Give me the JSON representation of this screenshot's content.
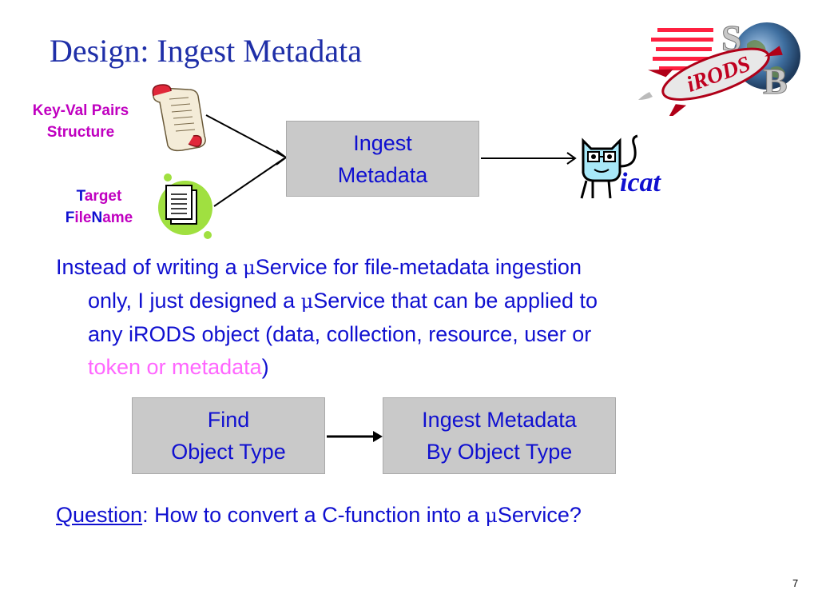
{
  "slide": {
    "title": "Design: Ingest Metadata",
    "page_number": "7"
  },
  "inputs": {
    "keyval_line1": "Key-Val Pairs",
    "keyval_line2": "Structure",
    "target_T": "T",
    "target_rest": "arget",
    "file_F": "F",
    "file_ile": "ile",
    "file_N": "N",
    "file_ame": "ame"
  },
  "top_diagram": {
    "ingest_line1": "Ingest",
    "ingest_line2": "Metadata",
    "icat_label": "icat"
  },
  "paragraph": {
    "line1_a": "Instead of writing a ",
    "mu": "μ",
    "line1_b": "Service for file-metadata ingestion",
    "line2_a": "only, I just designed a ",
    "line2_b": "Service that can be applied to",
    "line3": "any iRODS object (data, collection, resource, user or",
    "line4_pink": "token or metadata",
    "line4_end": ")"
  },
  "flow": {
    "find_line1": "Find",
    "find_line2": "Object Type",
    "bytype_line1": "Ingest Metadata",
    "bytype_line2": "By Object Type"
  },
  "question": {
    "label": "Question",
    "text_a": ": How to convert a C-function into a ",
    "text_b": "Service?"
  },
  "logo": {
    "brand_text": "iRODS",
    "letter_s": "S",
    "letter_b": "B"
  },
  "colors": {
    "title": "#1f2fa8",
    "body_text": "#1010d0",
    "label_magenta": "#c000c0",
    "highlight_pink": "#ff66ff",
    "box_fill": "#c9c9c9"
  }
}
